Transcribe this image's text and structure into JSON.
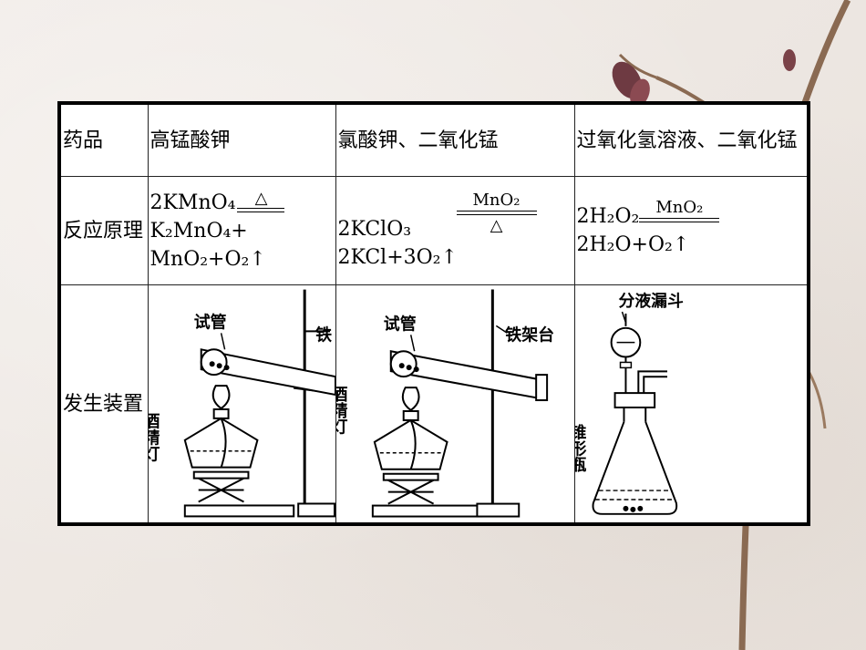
{
  "table": {
    "headers": {
      "drug": "药品",
      "principle": "反应原理",
      "apparatus": "发生装置"
    },
    "drugs": [
      "高锰酸钾",
      "氯酸钾、二氧化锰",
      "过氧化氢溶液、二氧化锰"
    ],
    "equations": [
      {
        "reactant": "2KMnO₄",
        "condition_top": "△",
        "condition_bottom": "",
        "products_line1": "K₂MnO₄+",
        "products_line2": "MnO₂+O₂↑"
      },
      {
        "condition_top": "MnO₂",
        "reactant": "2KClO₃",
        "condition_bottom": "△",
        "products_line1": "2KCl+3O₂↑"
      },
      {
        "reactant": "2H₂O₂",
        "condition_top": "MnO₂",
        "condition_bottom": "",
        "products_line1": "2H₂O+O₂↑"
      }
    ],
    "apparatus_labels": {
      "a": {
        "tube": "试管",
        "stand": "铁",
        "lamp": "酒精灯"
      },
      "b": {
        "tube": "试管",
        "stand": "铁架台",
        "lamp": "酒精灯"
      },
      "c": {
        "funnel": "分液漏斗",
        "flask": "锥形瓶"
      }
    }
  }
}
